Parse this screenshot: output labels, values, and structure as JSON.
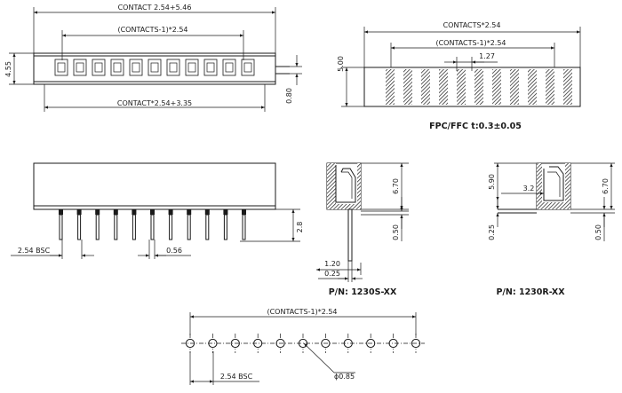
{
  "labels": {
    "top_contact_total": "CONTACT 2.54+5.46",
    "top_contacts_minus": "(CONTACTS-1)*2.54",
    "top_height": "4.55",
    "top_contact_335": "CONTACT*2.54+3.35",
    "top_080": "0.80",
    "fpc_contacts": "CONTACTS*2.54",
    "fpc_contacts_minus": "(CONTACTS-1)*2.54",
    "fpc_127": "1.27",
    "fpc_height": "5.00",
    "fpc_note": "FPC/FFC t:0.3±0.05",
    "side_28": "2.8",
    "side_bsc": "2.54 BSC",
    "side_056": "0.56",
    "s_670": "6.70",
    "s_050": "0.50",
    "s_025": "0.25",
    "s_120": "1.20",
    "r_590": "5.90",
    "r_32": "3.2",
    "r_670": "6.70",
    "r_025": "0.25",
    "r_050": "0.50",
    "pn_s": "P/N:  1230S-XX",
    "pn_r": "P/N:  1230R-XX",
    "pcb_contacts_minus": "(CONTACTS-1)*2.54",
    "pcb_bsc": "2.54  BSC",
    "pcb_hole": "ϕ0.85"
  }
}
